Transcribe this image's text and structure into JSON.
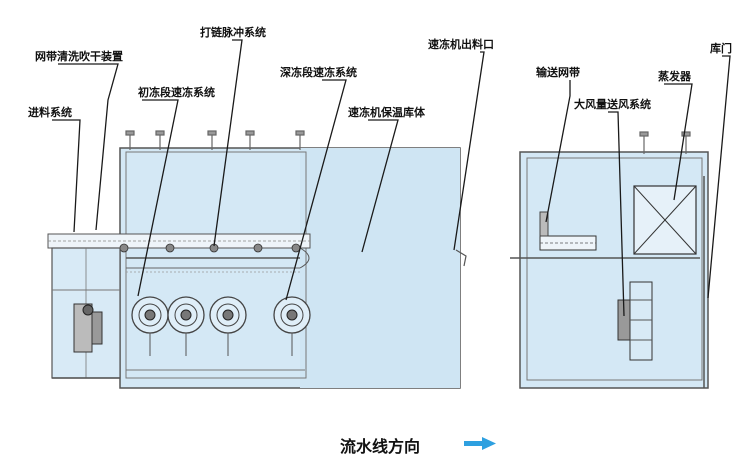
{
  "labels": {
    "belt_cleaning": "网带清洗吹干装置",
    "feeding_system": "进料系统",
    "initial_freezing": "初冻段速冻系统",
    "chain_pulse": "打链脉冲系统",
    "deep_freezing": "深冻段速冻系统",
    "insulated_body": "速冻机保温库体",
    "outlet": "速冻机出料口",
    "conveyor_belt": "输送网带",
    "large_airflow": "大风量送风系统",
    "evaporator": "蒸发器",
    "door": "库门"
  },
  "flow": {
    "label": "流水线方向"
  },
  "colors": {
    "panel_fill": "#d4e8f5",
    "frame": "#555555",
    "arrow": "#2ea0e0"
  }
}
